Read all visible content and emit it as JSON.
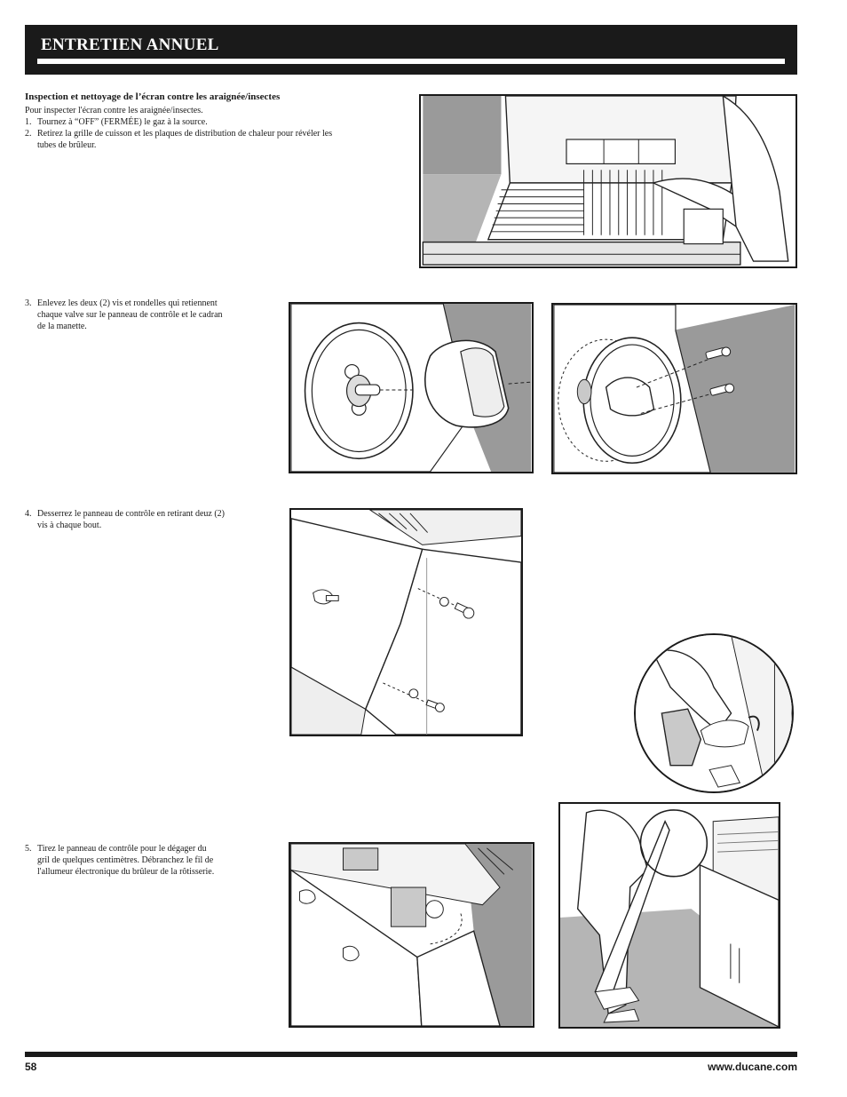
{
  "header": {
    "title": "ENTRETIEN ANNUEL"
  },
  "section": {
    "heading": "Inspection et nettoyage de l’écran contre les araignée/insectes",
    "intro": "Pour inspecter l'écran contre les araignée/insectes."
  },
  "steps": [
    {
      "num": "1.",
      "lines": [
        "Tournez à “OFF” (FERMÉE) le gaz à la source."
      ]
    },
    {
      "num": "2.",
      "lines": [
        "Retirez la grille de cuisson et les plaques de distribution de chaleur pour révéler les",
        "tubes de brûleur."
      ]
    },
    {
      "num": "3.",
      "lines": [
        "Enlevez les deux (2) vis et rondelles qui retiennent",
        "chaque valve sur le panneau de contrôle et le cadran",
        "de la manette."
      ]
    },
    {
      "num": "4.",
      "lines": [
        "Desserrez le panneau de contrôle en retirant deuz (2)",
        "vis à chaque bout."
      ]
    },
    {
      "num": "5.",
      "lines": [
        "Tirez le panneau de contrôle pour le dégager du",
        "gril de quelques centimètres. Débranchez le fil de",
        "l'allumeur électronique du brûleur de la rôtisserie."
      ]
    }
  ],
  "footer": {
    "page_number": "58",
    "website": "www.ducane.com"
  }
}
